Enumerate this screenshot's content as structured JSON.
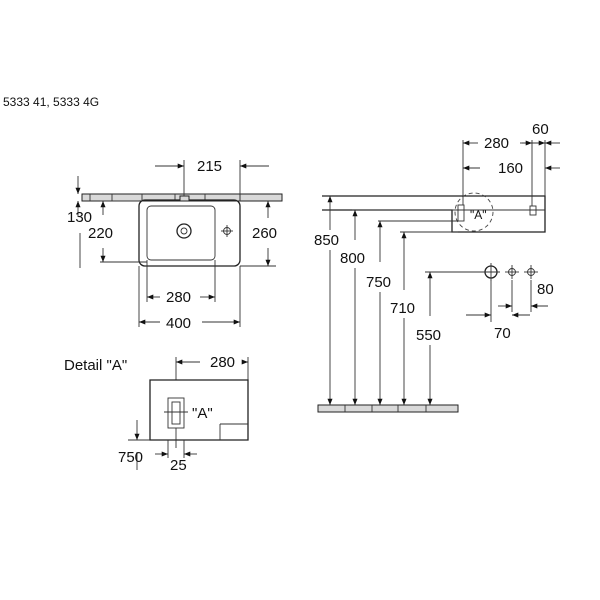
{
  "header": {
    "model_numbers": "5333 41, 5333 4G"
  },
  "top_view": {
    "dim_215": "215",
    "dim_130": "130",
    "dim_220": "220",
    "dim_260": "260",
    "dim_280": "280",
    "dim_400": "400"
  },
  "side_view": {
    "dim_280": "280",
    "dim_60": "60",
    "dim_160": "160",
    "dim_850": "850",
    "dim_800": "800",
    "dim_750": "750",
    "dim_710": "710",
    "dim_550": "550",
    "dim_80": "80",
    "dim_70": "70",
    "detail_marker": "\"A\""
  },
  "detail": {
    "title": "Detail \"A\"",
    "dim_280": "280",
    "marker": "\"A\"",
    "dim_750": "750",
    "dim_25": "25"
  }
}
